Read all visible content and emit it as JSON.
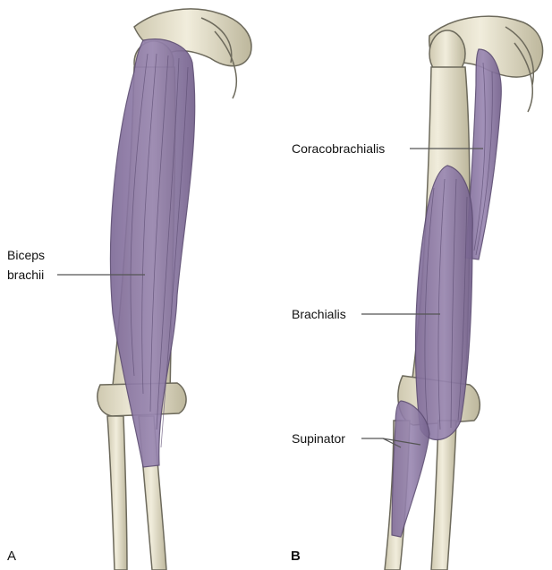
{
  "panels": [
    {
      "letter": "A",
      "labels": {
        "biceps_line1": "Biceps",
        "biceps_line2": "brachii"
      }
    },
    {
      "letter": "B",
      "labels": {
        "coracobrachialis": "Coracobrachialis",
        "brachialis": "Brachialis",
        "supinator": "Supinator"
      }
    }
  ],
  "colors": {
    "bone": "#e9e4cf",
    "bone_outline": "#6d6a5c",
    "muscle": "#8e7aa6",
    "muscle_dark": "#6e5b86",
    "leader_line": "#555555"
  }
}
